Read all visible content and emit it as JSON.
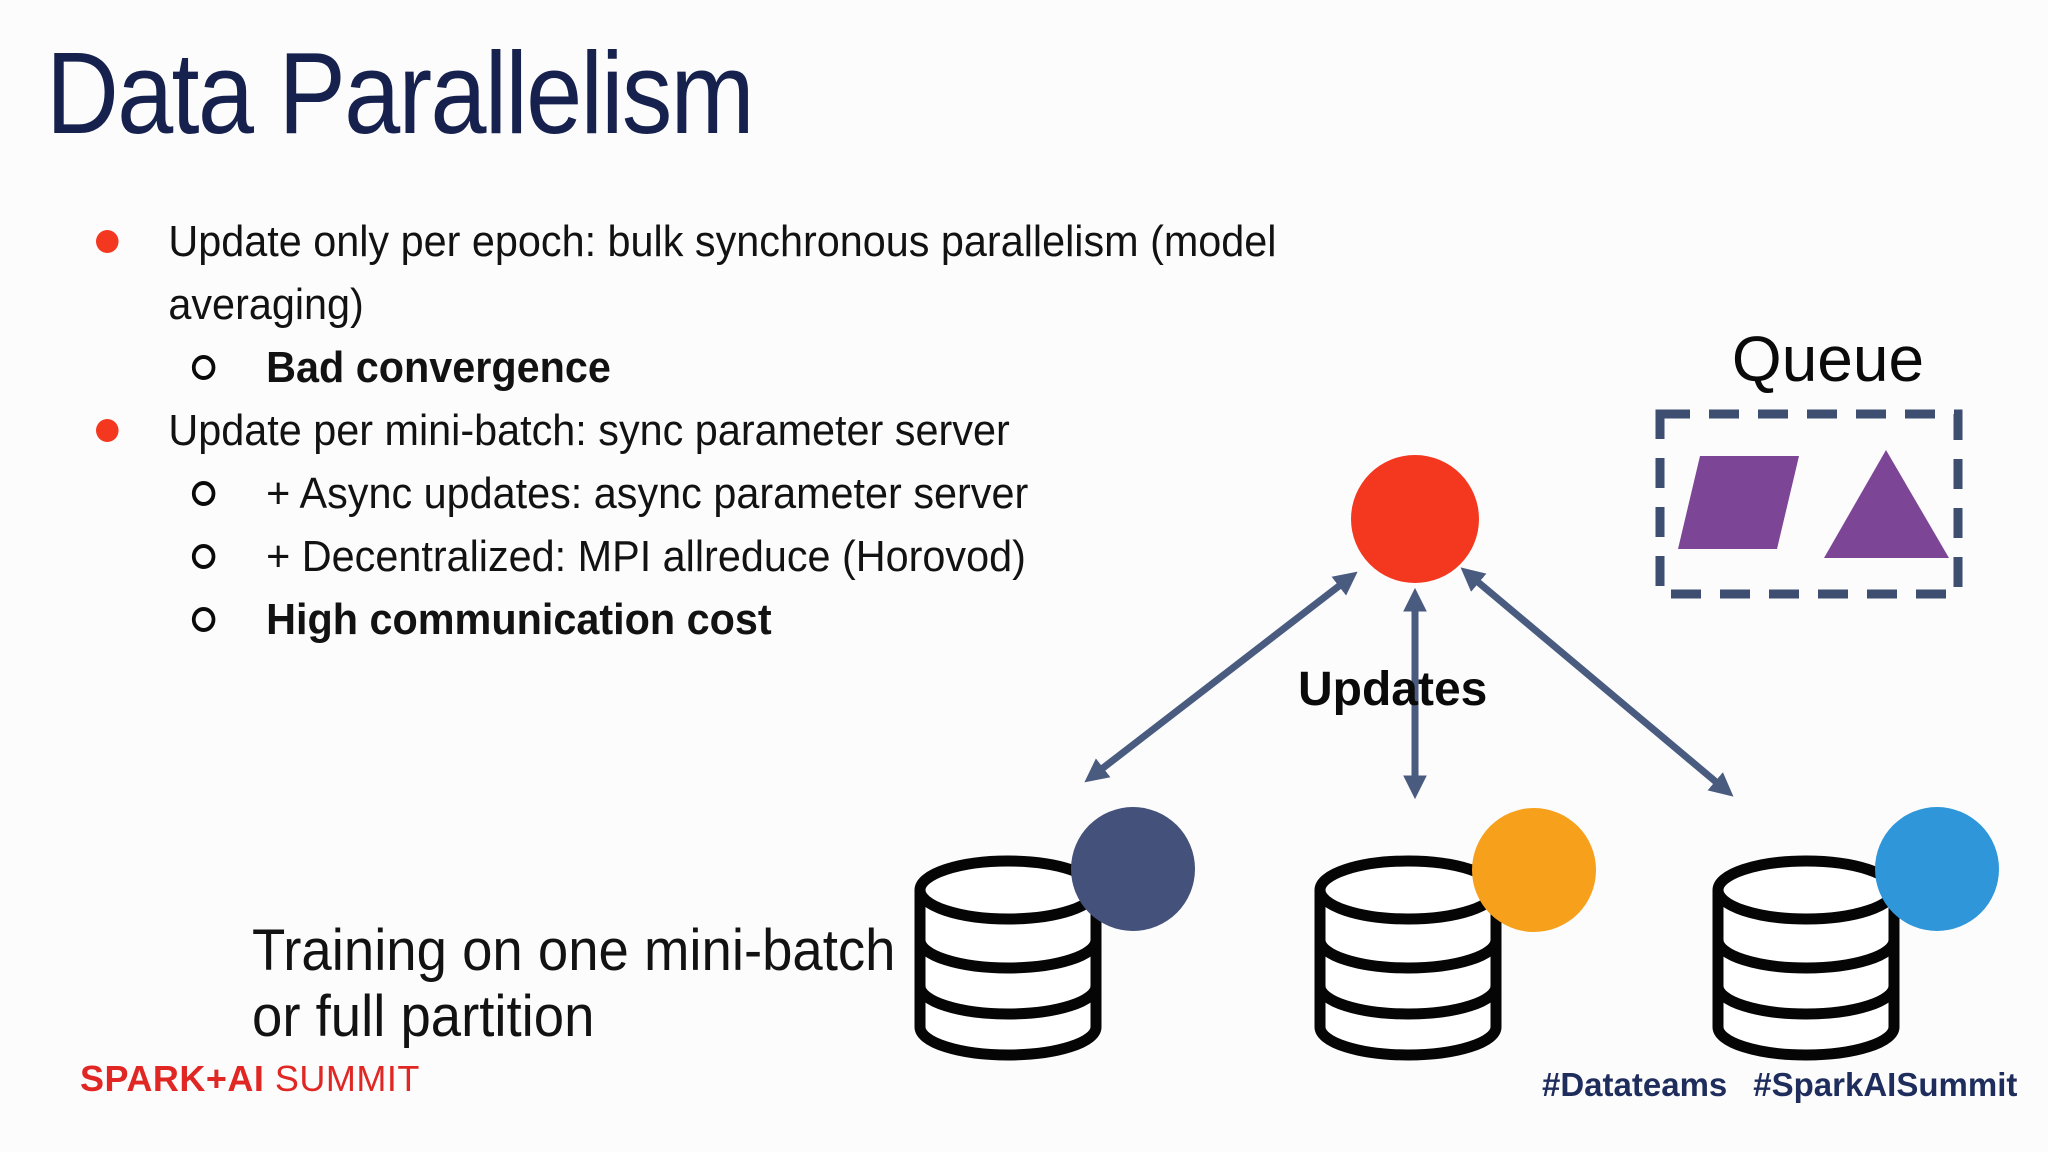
{
  "slide": {
    "title": "Data Parallelism",
    "bullets": [
      {
        "level": 1,
        "bold": false,
        "text": "Update only per epoch: bulk synchronous parallelism (model averaging)"
      },
      {
        "level": 2,
        "bold": true,
        "text": "Bad convergence"
      },
      {
        "level": 1,
        "bold": false,
        "text": "Update per mini-batch: sync parameter server"
      },
      {
        "level": 2,
        "bold": false,
        "text": "+ Async updates: async parameter server"
      },
      {
        "level": 2,
        "bold": false,
        "text": "+ Decentralized: MPI allreduce (Horovod)"
      },
      {
        "level": 2,
        "bold": true,
        "text": "High communication cost"
      }
    ],
    "training_note": {
      "line1": "Training on one mini-batch",
      "line2": "or full partition"
    }
  },
  "diagram": {
    "queue_label": "Queue",
    "updates_label": "Updates",
    "colors": {
      "parameter_server_circle": "#f43820",
      "arrows": "#4a5b80",
      "queue_border": "#3d4e71",
      "queue_shapes": "#7c4596",
      "worker_circle_1": "#44517a",
      "worker_circle_2": "#f6a01b",
      "worker_circle_3": "#2e96d9",
      "bullet_dot": "#f43820",
      "title_navy": "#16214d"
    }
  },
  "footer": {
    "logo": {
      "bold": "SPARK+AI",
      "regular": "SUMMIT"
    },
    "hashtag_1": "#Datateams",
    "hashtag_2": "#SparkAISummit"
  }
}
